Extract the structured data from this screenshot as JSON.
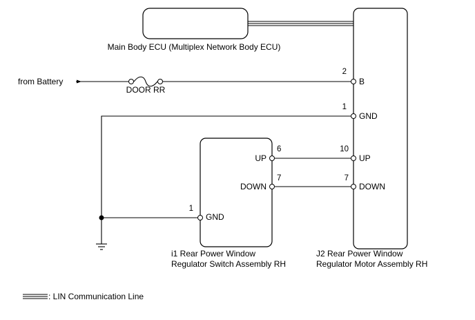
{
  "components": {
    "main_ecu": {
      "label": "Main Body ECU (Multiplex Network Body ECU)"
    },
    "switch_assembly": {
      "label_line1": "i1 Rear Power Window",
      "label_line2": "Regulator Switch Assembly RH",
      "pins": [
        {
          "number": "6",
          "name": "UP"
        },
        {
          "number": "7",
          "name": "DOWN"
        },
        {
          "number": "1",
          "name": "GND"
        }
      ]
    },
    "motor_assembly": {
      "label_line1": "J2 Rear Power Window",
      "label_line2": "Regulator Motor Assembly RH",
      "pins": [
        {
          "number": "2",
          "name": "B"
        },
        {
          "number": "1",
          "name": "GND"
        },
        {
          "number": "10",
          "name": "UP"
        },
        {
          "number": "7",
          "name": "DOWN"
        }
      ]
    }
  },
  "battery_label": "from Battery",
  "fuse_label": "DOOR RR",
  "legend": {
    "label": ": LIN Communication Line"
  }
}
